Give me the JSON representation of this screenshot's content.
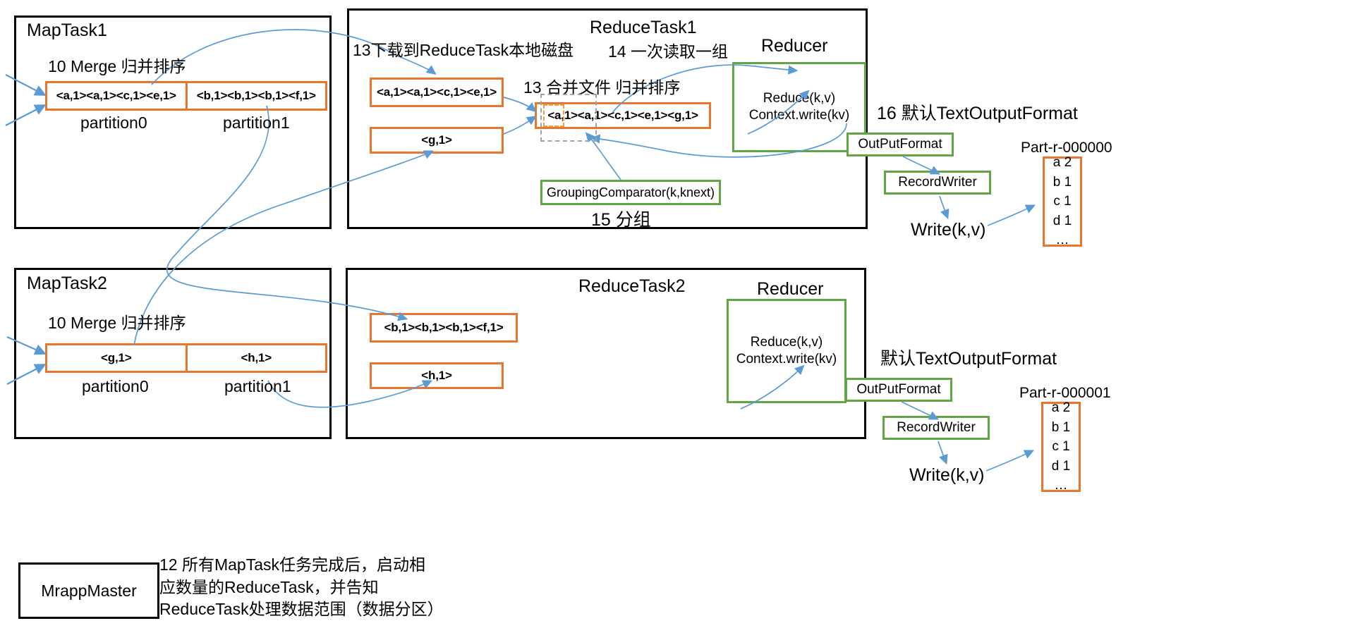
{
  "diagram": {
    "title": "MapReduce Shuffle and Reduce Phase",
    "colors": {
      "orange": "#E8762C",
      "green": "#62A544",
      "black": "#000000",
      "arrow_blue": "#5B9BD5",
      "dashed_gray": "#9AA4AD",
      "dashed_orange": "#E8A33D"
    }
  },
  "map_task_1": {
    "title": "MapTask1",
    "merge_label": "10 Merge 归并排序",
    "partition0_value": "<a,1><a,1><c,1><e,1>",
    "partition1_value": "<b,1><b,1><b,1><f,1>",
    "partition0_label": "partition0",
    "partition1_label": "partition1"
  },
  "map_task_2": {
    "title": "MapTask2",
    "merge_label": "10 Merge 归并排序",
    "partition0_value": "<g,1>",
    "partition1_value": "<h,1>",
    "partition0_label": "partition0",
    "partition1_label": "partition1"
  },
  "reduce_task_1": {
    "title": "ReduceTask1",
    "download_label": "13下载到ReduceTask本地磁盘",
    "read_group_label": "14 一次读取一组",
    "merge_files_label": "13 合并文件 归并排序",
    "fetched_box_1": "<a,1><a,1><c,1><e,1>",
    "fetched_box_2": "<g,1>",
    "merged_box": "<a,1><a,1><c,1><e,1><g,1>",
    "grouping_comparator": "GroupingComparator(k,knext)",
    "grouping_label": "15 分组",
    "reducer_title": "Reducer",
    "reducer_body_line1": "Reduce(k,v)",
    "reducer_body_line2": "Context.write(kv)"
  },
  "reduce_task_2": {
    "title": "ReduceTask2",
    "fetched_box_1": "<b,1><b,1><b,1><f,1>",
    "fetched_box_2": "<h,1>",
    "reducer_title": "Reducer",
    "reducer_body_line1": "Reduce(k,v)",
    "reducer_body_line2": "Context.write(kv)"
  },
  "output_1": {
    "format_label": "16 默认TextOutputFormat",
    "output_format": "OutPutFormat",
    "record_writer": "RecordWriter",
    "write_label": "Write(k,v)",
    "file_name": "Part-r-000000",
    "file_rows": [
      "a 2",
      "b 1",
      "c 1",
      "d 1",
      "…"
    ]
  },
  "output_2": {
    "format_label": "默认TextOutputFormat",
    "output_format": "OutPutFormat",
    "record_writer": "RecordWriter",
    "write_label": "Write(k,v)",
    "file_name": "Part-r-000001",
    "file_rows": [
      "a 2",
      "b 1",
      "c 1",
      "d 1",
      "…"
    ]
  },
  "master": {
    "box_label": "MrappMaster",
    "note": "12 所有MapTask任务完成后，启动相\n应数量的ReduceTask，并告知\nReduceTask处理数据范围（数据分区）"
  }
}
